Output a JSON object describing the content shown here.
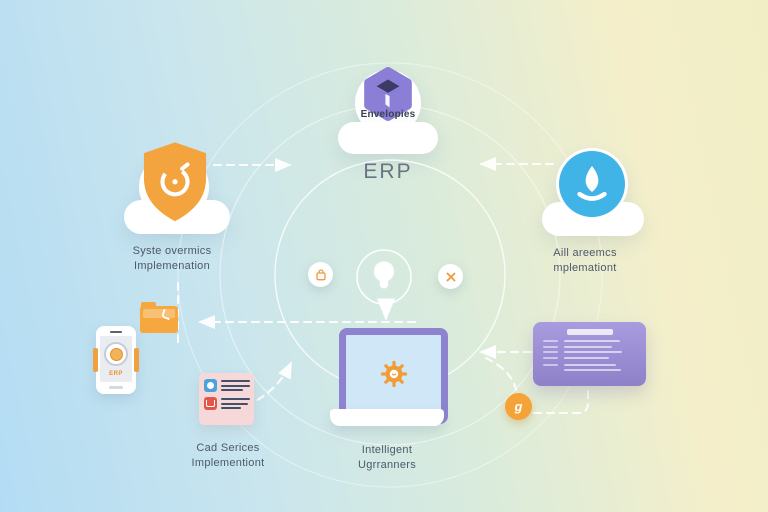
{
  "diagram_title": "ERP",
  "center": {
    "top_node": {
      "icon": "cube-icon",
      "label": "Envelopies",
      "title": "ERP"
    },
    "hub": {
      "icon": "lightbulb-icon"
    },
    "hub_left": {
      "icon": "shopping-bag-icon"
    },
    "hub_right": {
      "icon": "x-mark-icon"
    }
  },
  "nodes": {
    "left": {
      "icon": "shield-gauge-icon",
      "line1": "Syste overmics",
      "line2": "Implemenation"
    },
    "right": {
      "icon": "download-icon",
      "line1": "Aill areemcs",
      "line2": "mplemationt"
    },
    "laptop": {
      "icon": "gear-icon",
      "line1": "Intelligent",
      "line2": "Ugrranners"
    },
    "documents": {
      "line1": "Cad Serices",
      "line2": "Implementiont"
    },
    "phone": {
      "label": "ERP"
    },
    "badge": {
      "glyph": "g"
    }
  },
  "colors": {
    "accent_orange": "#f3a43e",
    "accent_purple": "#8a7ed6",
    "accent_blue": "#41b4e7",
    "laptop_purple": "#8d83cf",
    "panel_purple": "#9b8ed8",
    "card_pink": "#f5d8d7",
    "connector_white": "#ffffff",
    "background_blue": "#b3dcf4",
    "background_yellow": "#f4efca"
  }
}
